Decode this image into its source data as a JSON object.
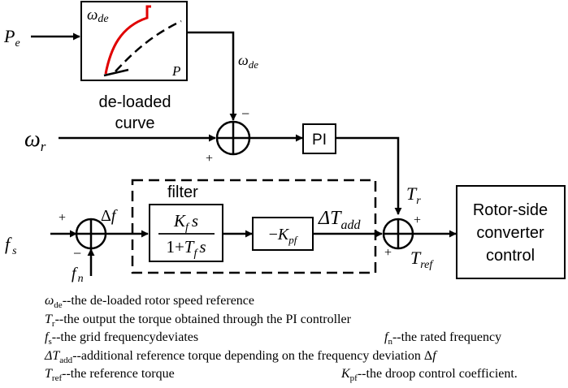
{
  "inputs": {
    "pe": {
      "main": "P",
      "sub": "e"
    },
    "omega_r": {
      "main": "ω",
      "sub": "r"
    },
    "fs": {
      "main": "f",
      "sub": "s"
    },
    "fn": {
      "main": "f",
      "sub": "n"
    }
  },
  "curve_box": {
    "omega_de": {
      "main": "ω",
      "sub": "de"
    },
    "p": "P",
    "caption_line1": "de-loaded",
    "caption_line2": "curve"
  },
  "signals": {
    "omega_de": {
      "main": "ω",
      "sub": "de"
    },
    "delta_f": {
      "main": "Δ",
      "var": "f"
    },
    "tr": {
      "main": "T",
      "sub": "r"
    },
    "tref": {
      "main": "T",
      "sub": "ref"
    },
    "delta_tadd": {
      "main": "ΔT",
      "sub": "add"
    }
  },
  "signs": {
    "sum1_minus": "−",
    "sum1_plus": "+",
    "sum2_plus": "+",
    "sum2_minus": "−",
    "sum3_plus_top": "+",
    "sum3_plus_bottom": "+"
  },
  "blocks": {
    "pi": "PI",
    "filter_label": "filter",
    "tf_num_k": "K",
    "tf_num_ksub": "f",
    "tf_num_s": "s",
    "tf_den_1": "1+",
    "tf_den_t": "T",
    "tf_den_tsub": "f",
    "tf_den_s": "s",
    "gain_minus": "−",
    "gain_k": "K",
    "gain_ksub": "pf",
    "rsc_line1": "Rotor-side",
    "rsc_line2": "converter",
    "rsc_line3": "control"
  },
  "legend": [
    {
      "sym": "ω",
      "sub": "de",
      "text": "--the de-loaded rotor speed reference"
    },
    {
      "sym": "T",
      "sub": "r",
      "text": "--the output the torque obtained through the PI controller"
    },
    {
      "sym": "f",
      "sub": "s",
      "text": "--the grid frequencydeviates",
      "sym2": "f",
      "sub2": "n",
      "text2": "--the rated frequency"
    },
    {
      "sym": "ΔT",
      "sub": "add",
      "text": "--additional reference torque depending on the frequency deviation Δ",
      "tail": "f"
    },
    {
      "sym": "T",
      "sub": "ref",
      "text": "--the reference torque",
      "sym2": "K",
      "sub2": "pf",
      "text2": "--the droop control coefficient."
    }
  ]
}
